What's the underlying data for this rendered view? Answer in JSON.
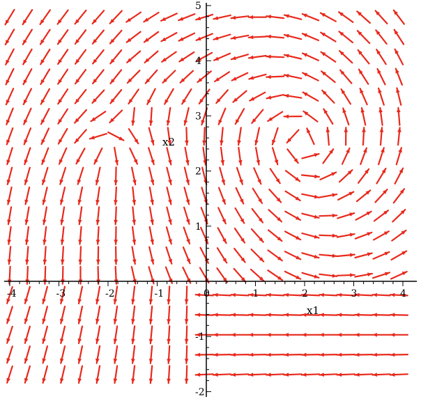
{
  "chart_data": {
    "type": "scatter",
    "subtype": "direction-field",
    "title": "",
    "xlabel": "x1",
    "ylabel": "x2",
    "xlim": [
      -4.1,
      4.25
    ],
    "ylim": [
      -2.2,
      5.2
    ],
    "x_ticks": [
      -4,
      -3,
      -2,
      -1,
      0,
      1,
      2,
      3,
      4
    ],
    "x_tick_labels": [
      "-4",
      "-3",
      "-2",
      "-1",
      "0",
      "1",
      "2",
      "3",
      "4"
    ],
    "y_ticks": [
      -2,
      -1,
      1,
      2,
      3,
      4,
      5
    ],
    "y_tick_labels": [
      "-2",
      "-1",
      "1",
      "2",
      "3",
      "4",
      "5"
    ],
    "grid": false,
    "arrow_color": "#e8291c",
    "axis_color": "#000000",
    "arrow_grid": {
      "x_start": -4.0,
      "x_step": 0.36,
      "x_count": 23,
      "y_start": -2.05,
      "y_step": 0.36,
      "y_count": 21
    }
  }
}
